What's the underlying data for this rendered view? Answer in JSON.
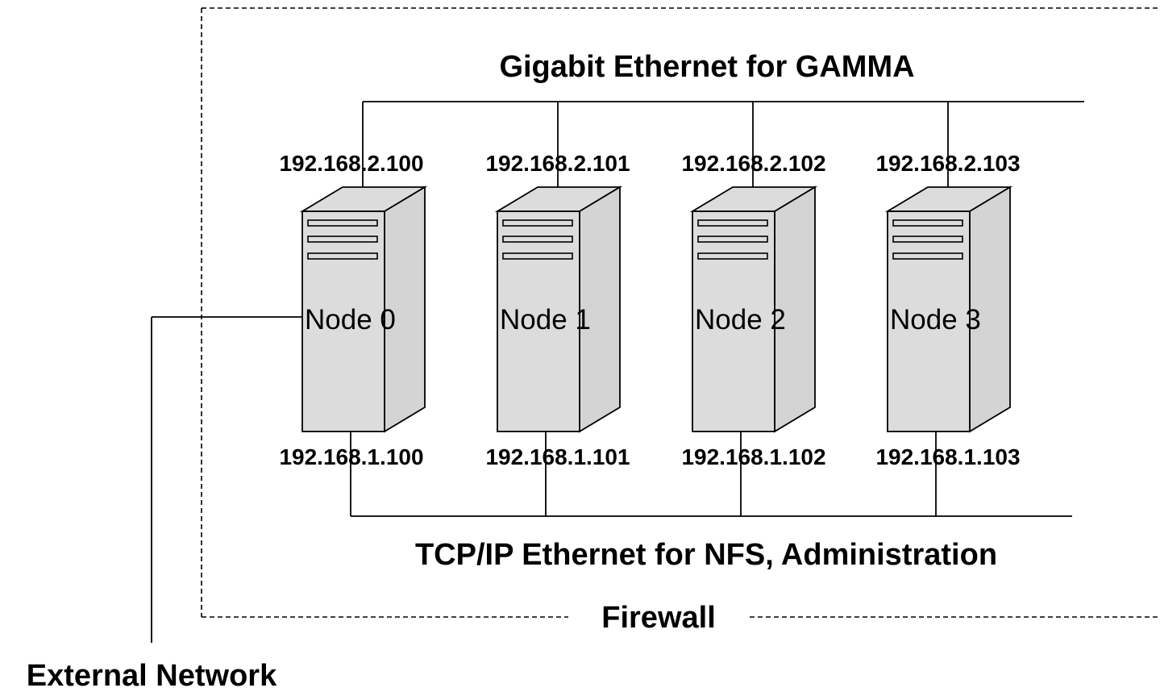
{
  "title_top": "Gigabit Ethernet for GAMMA",
  "title_bottom": "TCP/IP Ethernet for NFS, Administration",
  "firewall_label": "Firewall",
  "external_label": "External Network",
  "nodes": [
    {
      "name": "Node 0",
      "gigabit_ip": "192.168.2.100",
      "tcp_ip": "192.168.1.100"
    },
    {
      "name": "Node 1",
      "gigabit_ip": "192.168.2.101",
      "tcp_ip": "192.168.1.101"
    },
    {
      "name": "Node 2",
      "gigabit_ip": "192.168.2.102",
      "tcp_ip": "192.168.1.102"
    },
    {
      "name": "Node 3",
      "gigabit_ip": "192.168.2.103",
      "tcp_ip": "192.168.1.103"
    }
  ],
  "colors": {
    "server_front": "#dcdcdc",
    "server_side": "#d4d4d4",
    "line": "#000000"
  }
}
